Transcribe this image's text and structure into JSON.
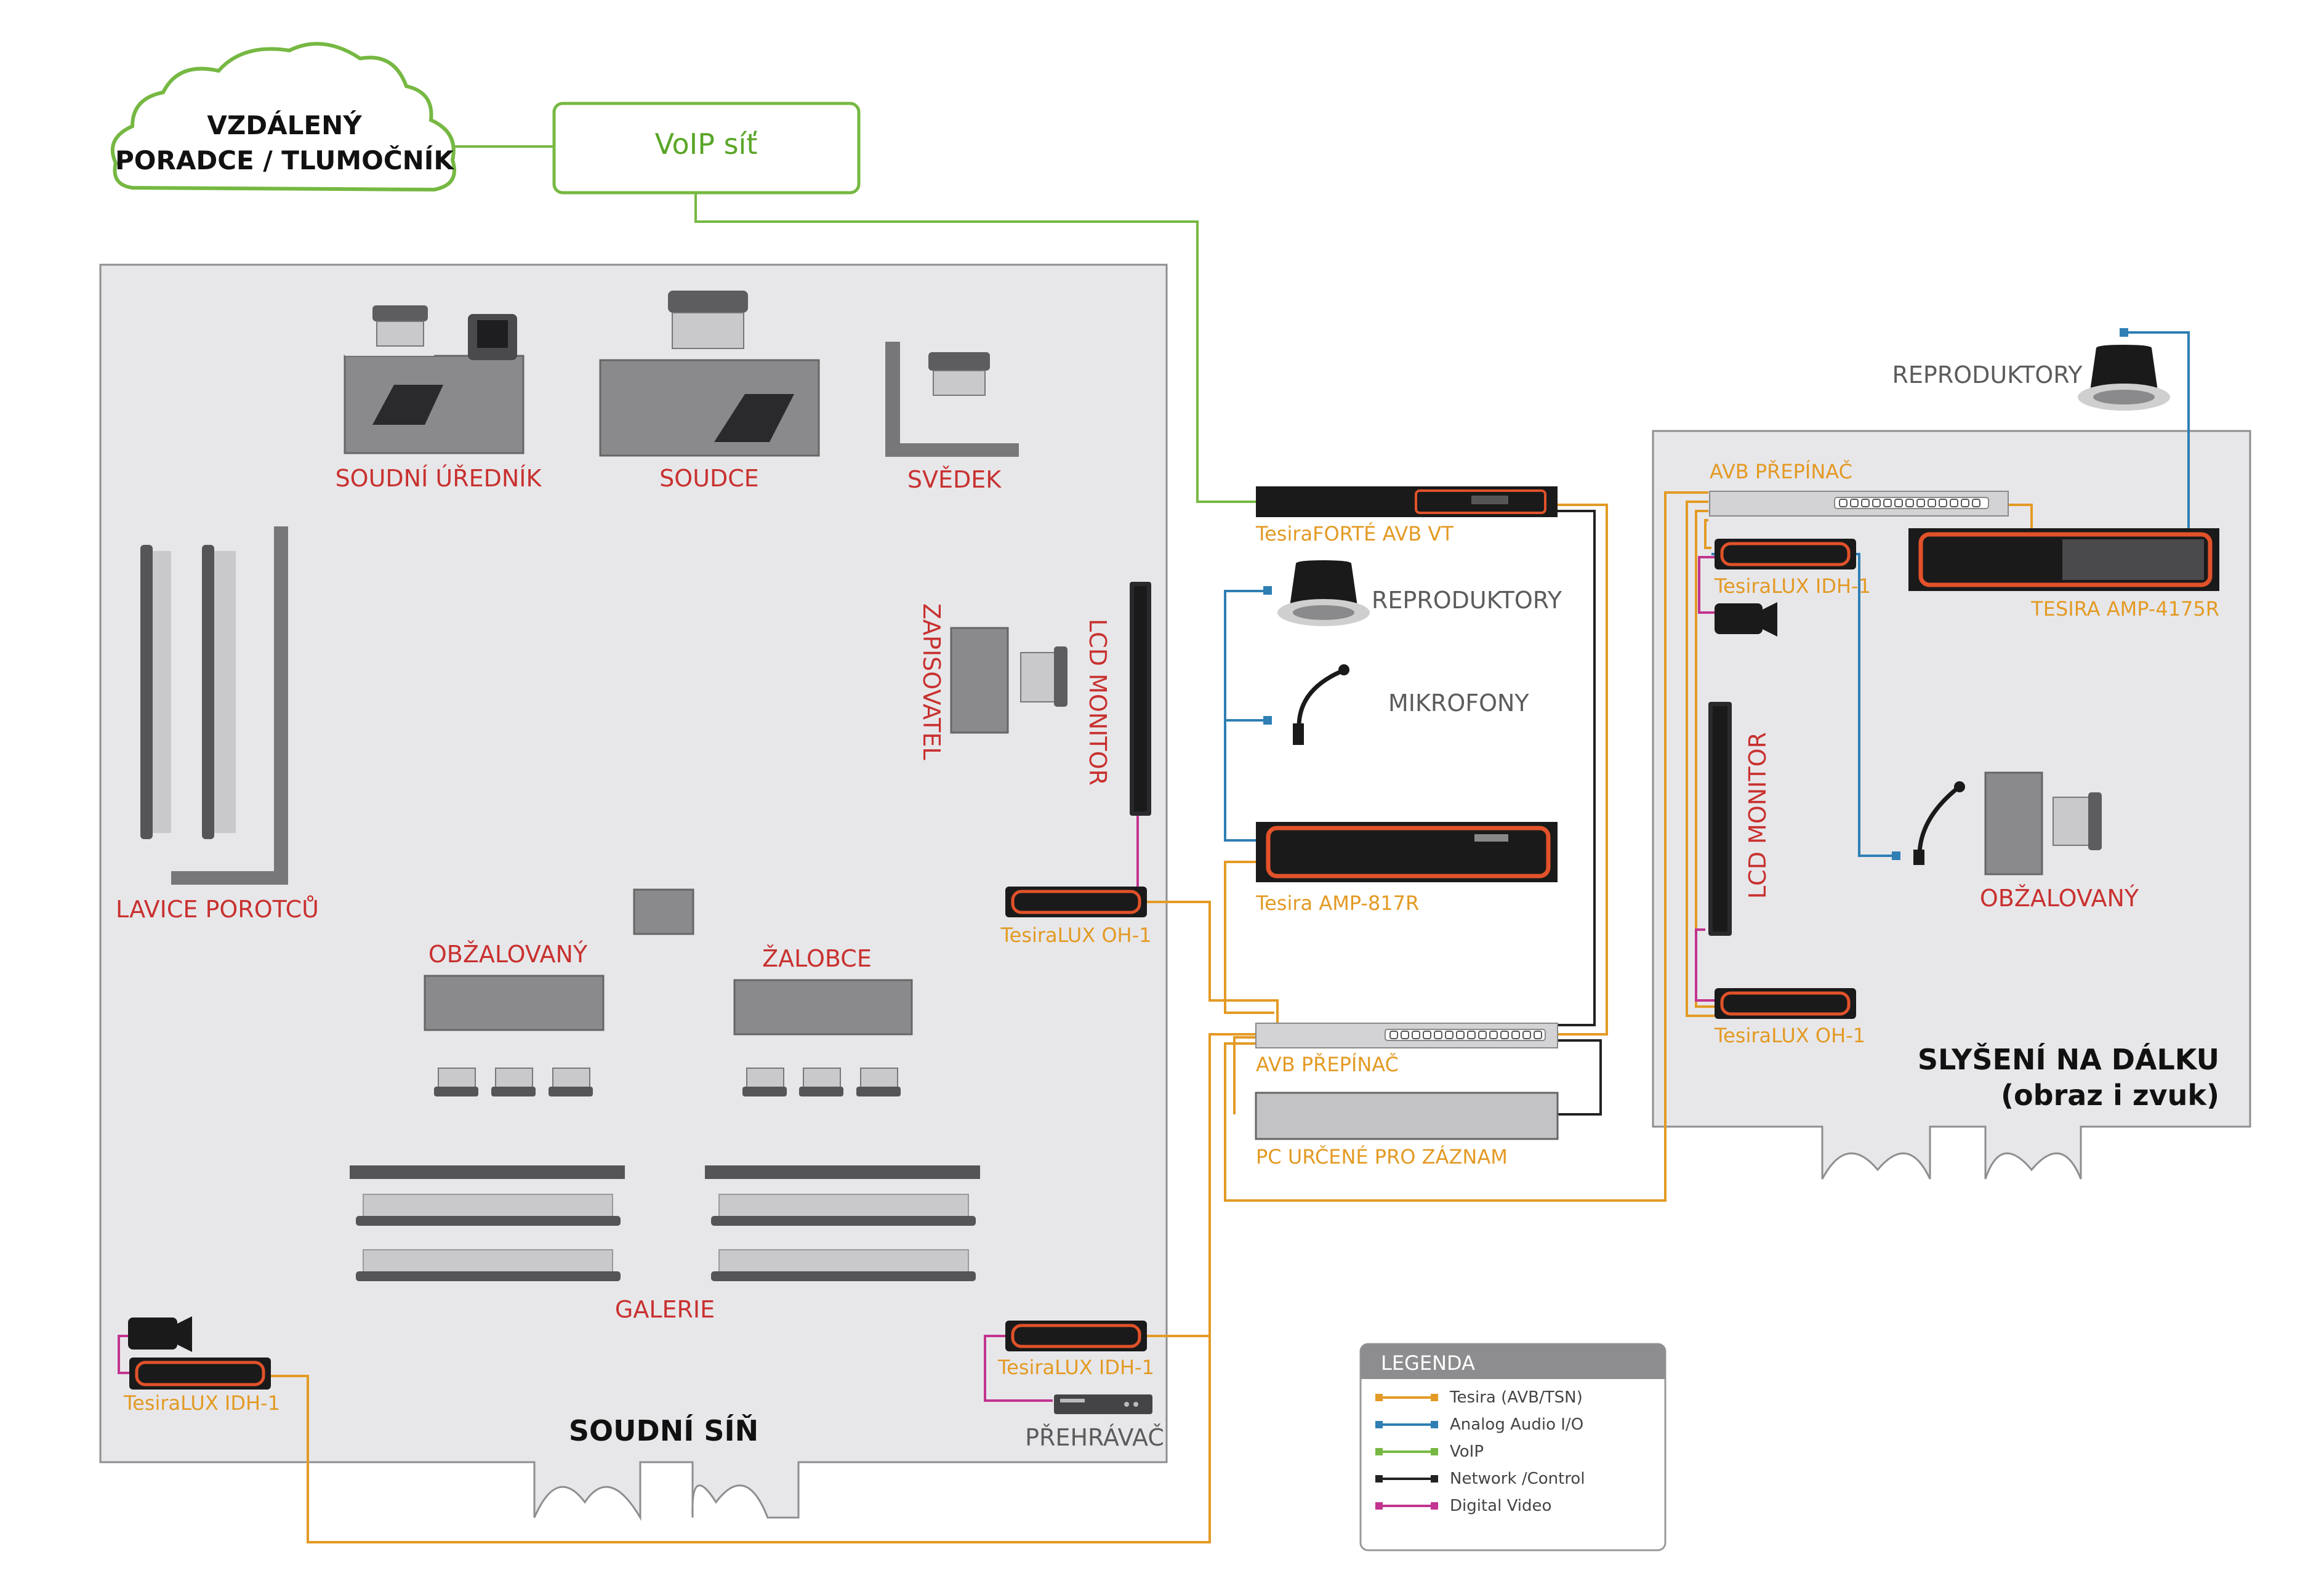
{
  "colors": {
    "tesira": "#e39a24",
    "analog": "#2f7fb4",
    "voip": "#76b842",
    "network": "#222222",
    "video": "#c2348f",
    "label_red": "#c8312f",
    "room_fill": "#e7e7ea",
    "accent_device": "#e2522a"
  },
  "cloud": {
    "line1": "VZDÁLENÝ",
    "line2": "PORADCE / TLUMOČNÍK"
  },
  "voip_box": {
    "label": "VoIP síť"
  },
  "courtroom": {
    "title": "SOUDNÍ SÍŇ",
    "clerk": "SOUDNÍ ÚŘEDNÍK",
    "judge": "SOUDCE",
    "witness": "SVĚDEK",
    "jury": "LAVICE POROTCŮ",
    "stenographer": "ZAPISOVATEL",
    "lcd": "LCD MONITOR",
    "defendant": "OBŽALOVANÝ",
    "prosecutor": "ŽALOBCE",
    "gallery": "GALERIE",
    "oh1": "TesiraLUX OH-1",
    "idh_right": "TesiraLUX IDH-1",
    "idh_left": "TesiraLUX IDH-1",
    "player": "PŘEHRÁVAČ"
  },
  "rack": {
    "forte": "TesiraFORTÉ AVB VT",
    "speakers": "REPRODUKTORY",
    "mics": "MIKROFONY",
    "amp817": "Tesira AMP-817R",
    "switch": "AVB PŘEPÍNAČ",
    "pc": "PC URČENÉ PRO ZÁZNAM"
  },
  "remote": {
    "speakers": "REPRODUKTORY",
    "switch": "AVB PŘEPÍNAČ",
    "idh": "TesiraLUX IDH-1",
    "amp4175": "TESIRA AMP-4175R",
    "lcd": "LCD MONITOR",
    "defendant": "OBŽALOVANÝ",
    "oh1": "TesiraLUX OH-1",
    "title1": "SLYŠENÍ NA DÁLKU",
    "title2": "(obraz i zvuk)"
  },
  "legend": {
    "title": "LEGENDA",
    "items": [
      {
        "label": "Tesira (AVB/TSN)",
        "color": "#e39a24"
      },
      {
        "label": "Analog Audio I/O",
        "color": "#2f7fb4"
      },
      {
        "label": "VoIP",
        "color": "#76b842"
      },
      {
        "label": "Network /Control",
        "color": "#222222"
      },
      {
        "label": "Digital Video",
        "color": "#c2348f"
      }
    ]
  }
}
